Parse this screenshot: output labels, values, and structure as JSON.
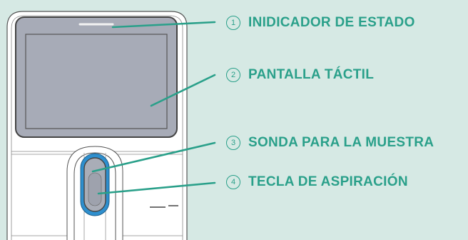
{
  "colors": {
    "background": "#d6e9e4",
    "accent": "#2aa08a",
    "screen": "#a7abb7",
    "probe_ring": "#2e8fce"
  },
  "callouts": [
    {
      "number": "1",
      "label": "INIDICADOR DE ESTADO"
    },
    {
      "number": "2",
      "label": "PANTALLA TÁCTIL"
    },
    {
      "number": "3",
      "label": "SONDA PARA LA MUESTRA"
    },
    {
      "number": "4",
      "label": "TECLA DE ASPIRACIÓN"
    }
  ]
}
